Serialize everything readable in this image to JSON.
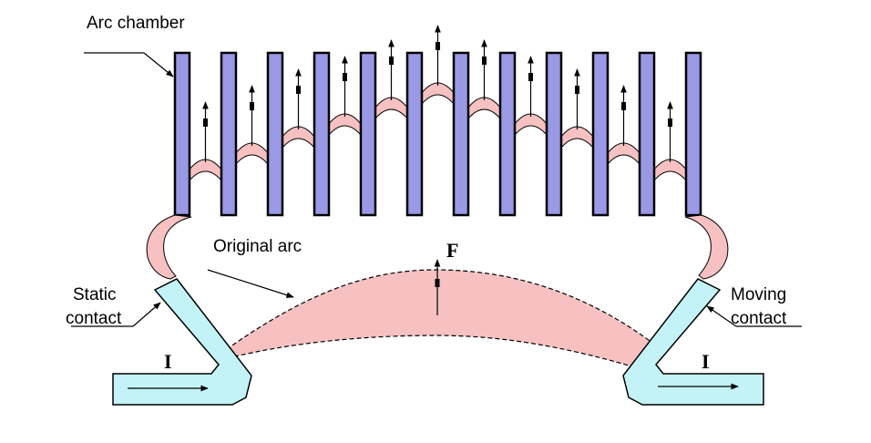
{
  "labels": {
    "arc_chamber": "Arc chamber",
    "original_arc": "Original arc",
    "force": "F",
    "static_line1": "Static",
    "static_line2": "contact",
    "moving_line1": "Moving",
    "moving_line2": "contact",
    "current_left": "I",
    "current_right": "I"
  },
  "colors": {
    "plate_fill": "#9999e6",
    "arc_fill": "#f7c1c1",
    "contact_fill": "#c3f3f7",
    "outline": "#000000"
  },
  "plates": {
    "count": 12
  }
}
